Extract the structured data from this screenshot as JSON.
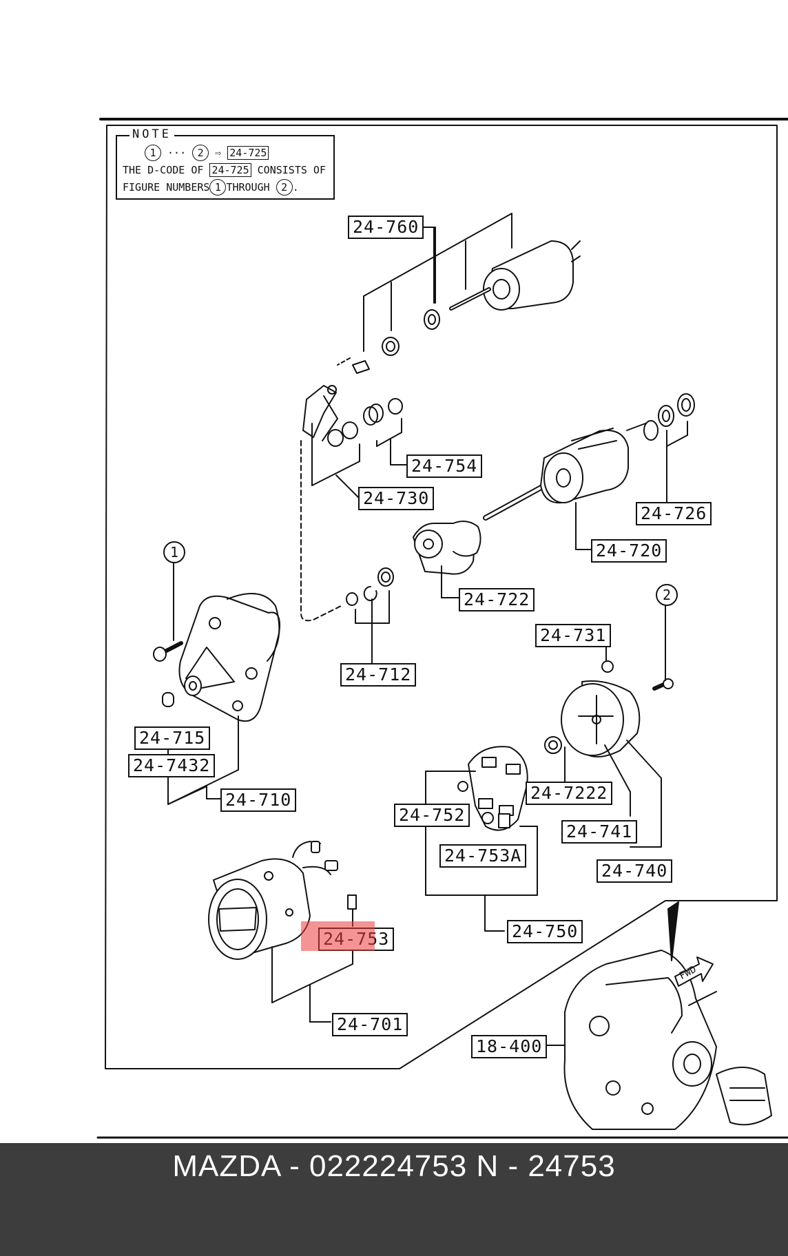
{
  "diagram": {
    "note": {
      "title": "NOTE",
      "range_start": "1",
      "range_sep": "···",
      "range_end": "2",
      "arrow": "⇨",
      "range_code": "24-725",
      "line2_prefix": "THE D-CODE OF",
      "line2_code": "24-725",
      "line2_suffix": "CONSISTS OF",
      "line3_prefix": "FIGURE NUMBERS",
      "line3_from": "1",
      "line3_middle": "THROUGH",
      "line3_to": "2",
      "line3_end": "."
    },
    "callouts": {
      "c1": "1",
      "c2": "2"
    },
    "labels": {
      "l24_760": "24-760",
      "l24_754": "24-754",
      "l24_730": "24-730",
      "l24_726": "24-726",
      "l24_720": "24-720",
      "l24_722": "24-722",
      "l24_712": "24-712",
      "l24_731": "24-731",
      "l24_715": "24-715",
      "l24_7432": "24-7432",
      "l24_710": "24-710",
      "l24_7222": "24-7222",
      "l24_752": "24-752",
      "l24_741": "24-741",
      "l24_753A": "24-753A",
      "l24_740": "24-740",
      "l24_753": "24-753",
      "l24_750": "24-750",
      "l24_701": "24-701",
      "l18_400": "18-400",
      "fwd": "FWD"
    },
    "highlight_color": "#eb3c3c"
  },
  "footer": {
    "text": "MAZDA - 022224753   N - 24753",
    "background": "#3d3d3d"
  }
}
